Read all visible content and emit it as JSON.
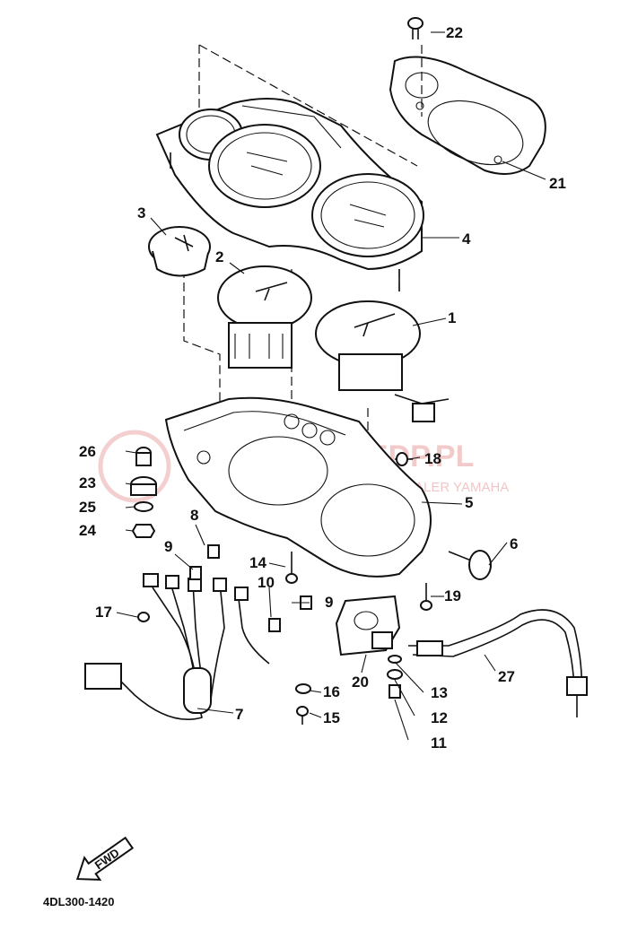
{
  "diagram": {
    "callouts": [
      {
        "id": "1",
        "label": "1"
      },
      {
        "id": "2",
        "label": "2"
      },
      {
        "id": "3",
        "label": "3"
      },
      {
        "id": "4",
        "label": "4"
      },
      {
        "id": "5",
        "label": "5"
      },
      {
        "id": "6",
        "label": "6"
      },
      {
        "id": "7",
        "label": "7"
      },
      {
        "id": "8",
        "label": "8"
      },
      {
        "id": "9a",
        "label": "9"
      },
      {
        "id": "9b",
        "label": "9"
      },
      {
        "id": "10",
        "label": "10"
      },
      {
        "id": "11",
        "label": "11"
      },
      {
        "id": "12",
        "label": "12"
      },
      {
        "id": "13",
        "label": "13"
      },
      {
        "id": "14",
        "label": "14"
      },
      {
        "id": "15",
        "label": "15"
      },
      {
        "id": "16",
        "label": "16"
      },
      {
        "id": "17",
        "label": "17"
      },
      {
        "id": "18",
        "label": "18"
      },
      {
        "id": "19",
        "label": "19"
      },
      {
        "id": "20",
        "label": "20"
      },
      {
        "id": "21",
        "label": "21"
      },
      {
        "id": "22",
        "label": "22"
      },
      {
        "id": "23",
        "label": "23"
      },
      {
        "id": "24",
        "label": "24"
      },
      {
        "id": "25",
        "label": "25"
      },
      {
        "id": "26",
        "label": "26"
      },
      {
        "id": "27",
        "label": "27"
      }
    ],
    "direction_marker": "FWD",
    "drawing_code": "4DL300-1420",
    "watermark": {
      "main": "MOTOBIKEDP.PL",
      "sub": "AUTORYZOWANY DEALER YAMAHA"
    },
    "colors": {
      "ink": "#111111",
      "paper": "#ffffff",
      "watermark": "#e8a0a0"
    }
  }
}
